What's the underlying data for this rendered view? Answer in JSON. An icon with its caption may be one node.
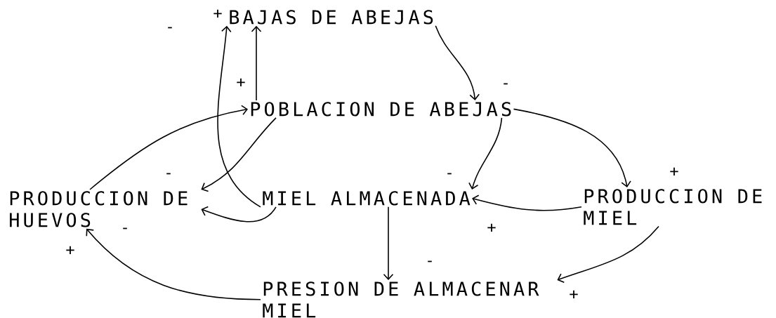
{
  "diagram": {
    "nodes": [
      {
        "text": [
          "BAJAS DE ABEJAS"
        ]
      },
      {
        "text": [
          "POBLACION DE ABEJAS"
        ]
      },
      {
        "text": [
          "PRODUCCION DE HUEVOS"
        ]
      },
      {
        "text": [
          "MIEL ALMACENADA"
        ]
      },
      {
        "text": [
          "PRODUCCION DE MIEL"
        ]
      },
      {
        "text": [
          "PRESION DE ALMACENAR MIEL"
        ]
      }
    ],
    "edges": [
      {
        "from": 1,
        "to": 0,
        "arrow": "to"
      },
      {
        "from": 0,
        "to": 1,
        "arrow": "to"
      },
      {
        "from": 2,
        "to": 1,
        "arrow": "to"
      },
      {
        "from": 1,
        "to": 2,
        "arrow": "to"
      },
      {
        "from": 3,
        "to": 0,
        "arrow": "to"
      },
      {
        "from": 3,
        "to": 2,
        "arrow": "to"
      },
      {
        "from": 1,
        "to": 3,
        "arrow": "to"
      },
      {
        "from": 1,
        "to": 4,
        "arrow": "to"
      },
      {
        "from": 4,
        "to": 3,
        "arrow": "to"
      },
      {
        "from": 3,
        "to": 5,
        "arrow": "to"
      },
      {
        "from": 4,
        "to": 5,
        "arrow": "to"
      },
      {
        "from": 5,
        "to": 2,
        "arrow": "to"
      }
    ],
    "labels": [
      "-",
      "+",
      "+",
      "-",
      "-",
      "-",
      "+",
      "-",
      "+",
      "+",
      "-",
      "+"
    ]
  }
}
